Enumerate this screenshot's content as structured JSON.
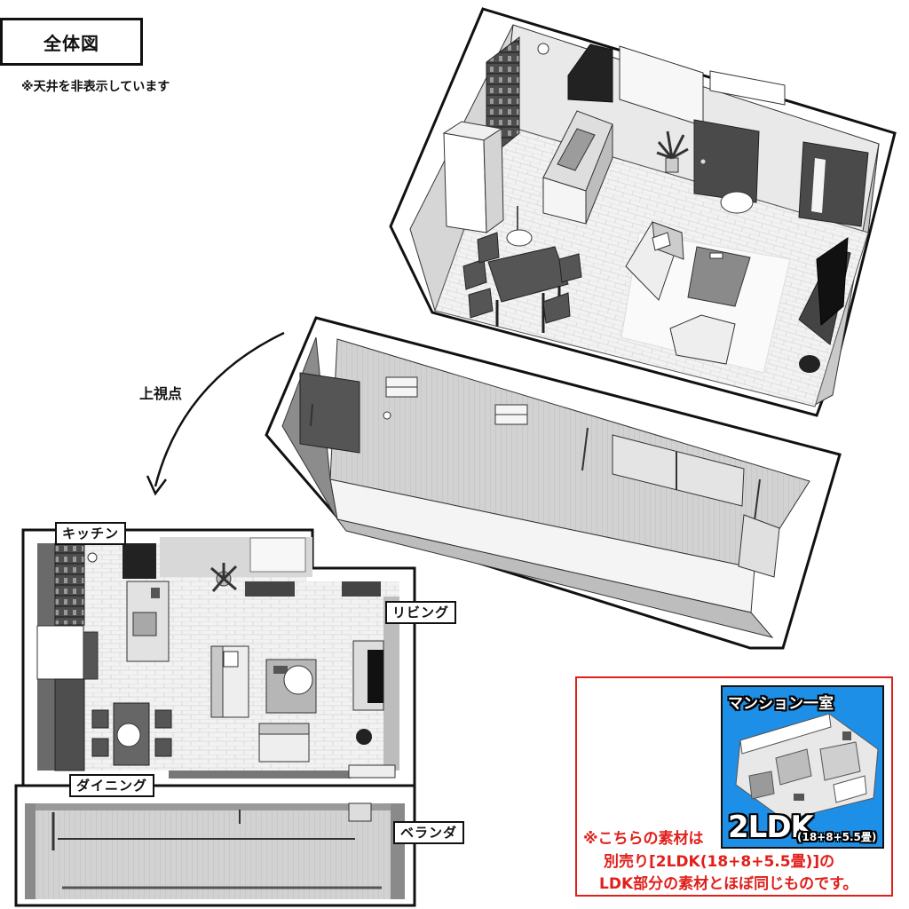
{
  "title": "全体図",
  "note": "※天井を非表示しています",
  "view_label": "上視点",
  "room_labels": {
    "kitchen": "キッチン",
    "living": "リビング",
    "dining": "ダイニング",
    "veranda": "ベランダ"
  },
  "notice": {
    "line1": "※こちらの素材は",
    "line2": "別売り[2LDK(18+8+5.5畳)]の",
    "line3": "LDK部分の素材とほぼ同じものです。"
  },
  "thumbnail": {
    "title": "マンション一室",
    "plan": "2LDK",
    "plan_detail": "(18+8+5.5畳)"
  },
  "colors": {
    "notice_red": "#e0201c",
    "thumbnail_blue": "#1e8fe6",
    "wall_dark": "#5a5a5a",
    "floor_light": "#f1f1f1"
  }
}
